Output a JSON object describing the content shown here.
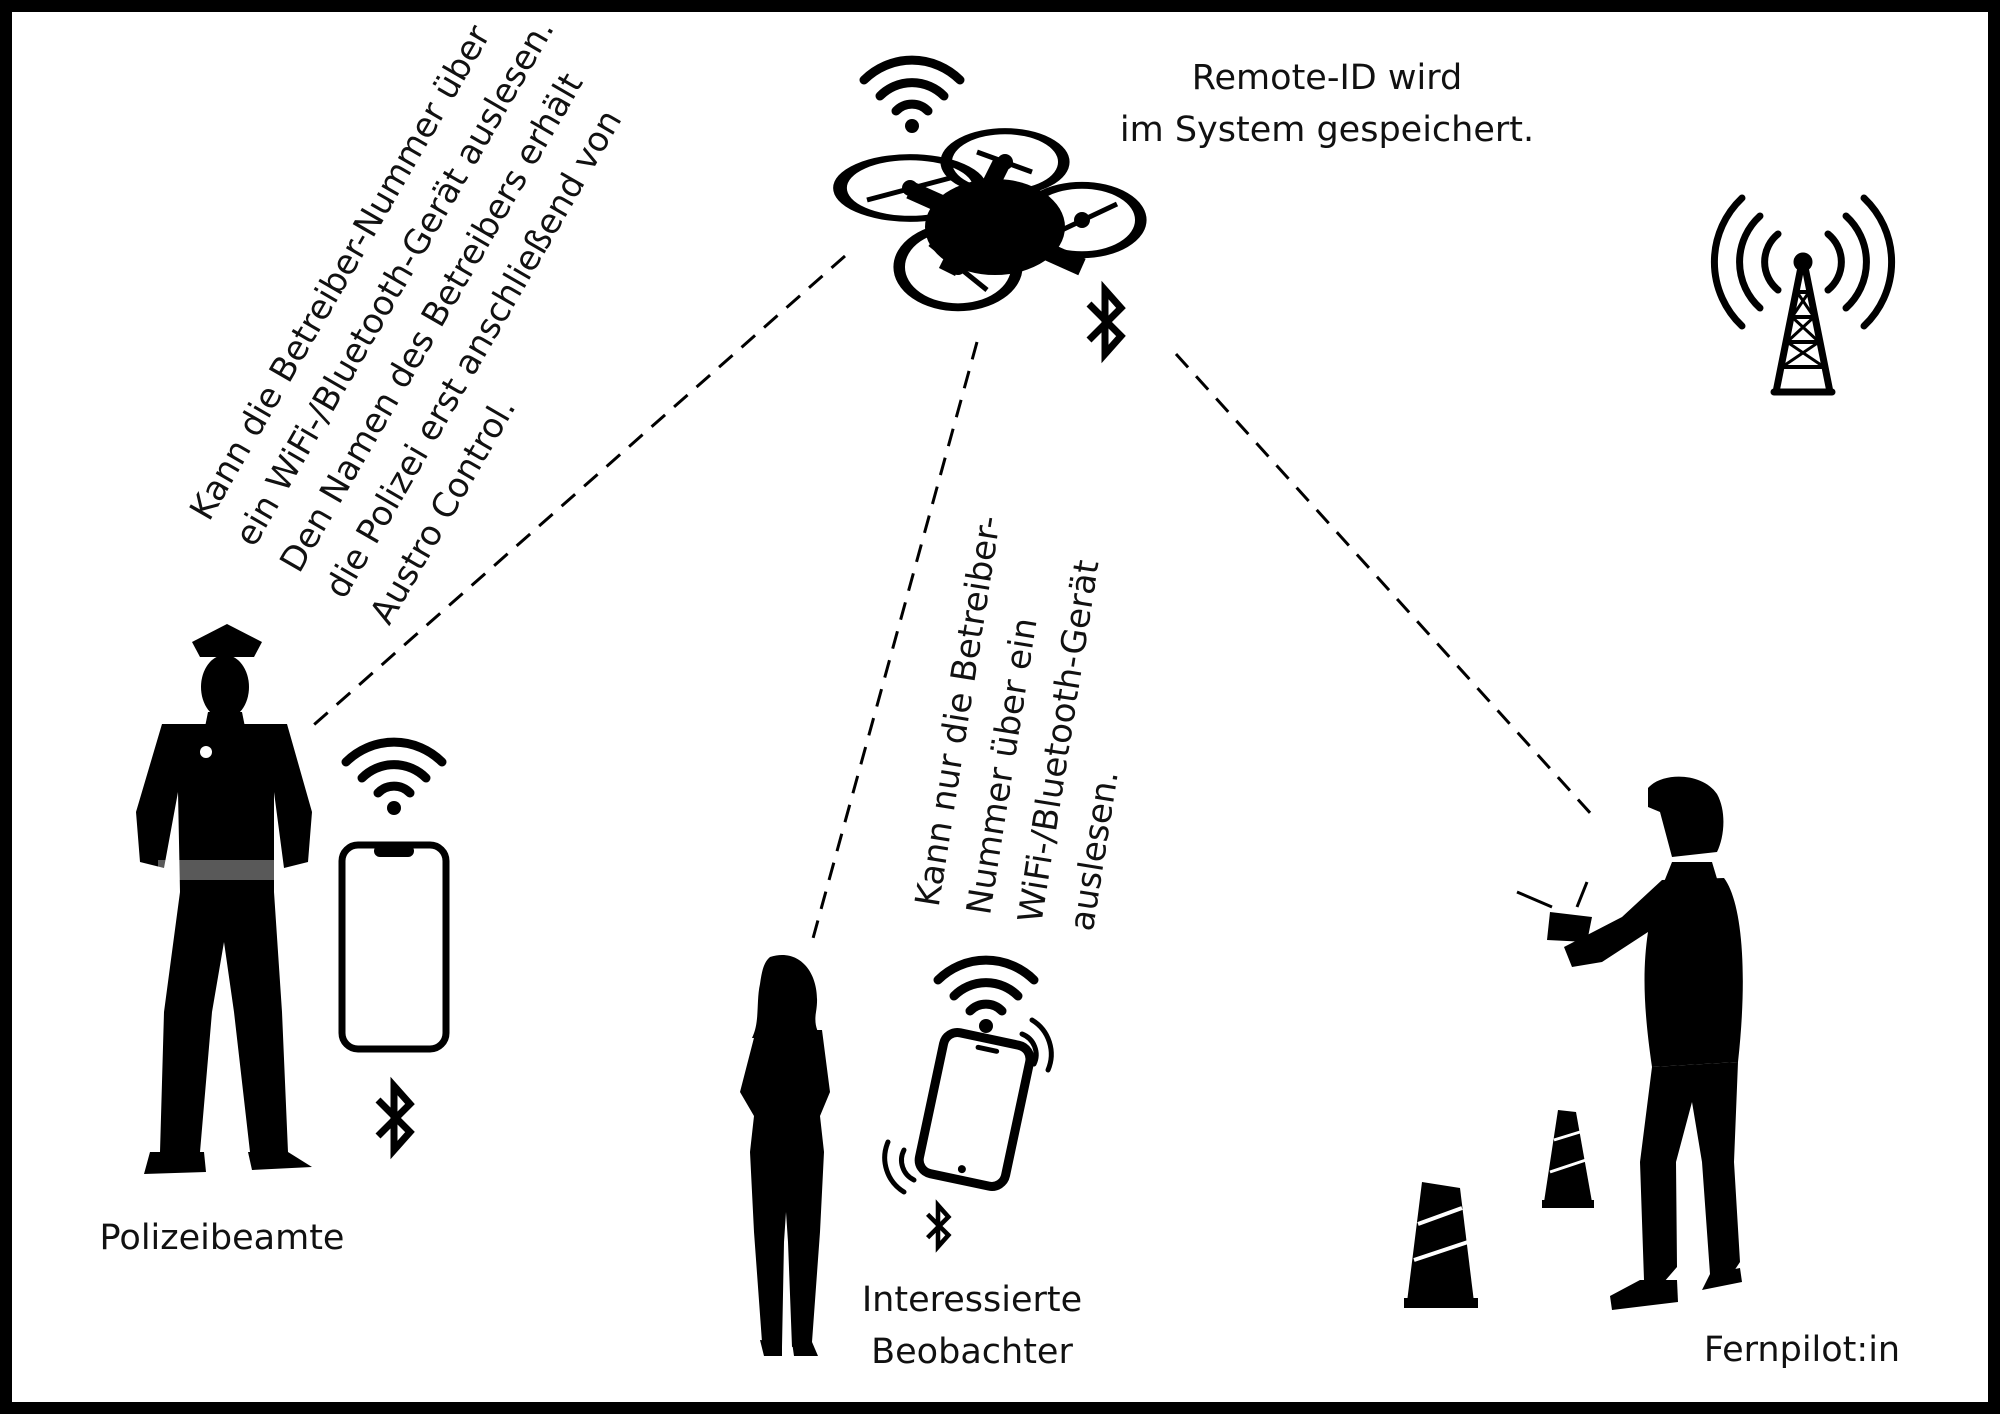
{
  "labels": {
    "drone_note_line1": "Remote-ID wird",
    "drone_note_line2": "im System gespeichert.",
    "police": "Polizeibeamte",
    "observer_line1": "Interessierte",
    "observer_line2": "Beobachter",
    "pilot": "Fernpilot:in"
  },
  "police_note": [
    "Kann die Betreiber-Nummer über",
    "ein WiFi-/Bluetooth-Gerät auslesen.",
    "Den Namen des Betreibers erhält",
    "die Polizei erst anschließend von",
    "Austro Control."
  ],
  "observer_note": [
    "Kann nur die Betreiber-",
    "Nummer über ein",
    "WiFi-/Bluetooth-Gerät",
    "auslesen."
  ],
  "icons": [
    "wifi-icon",
    "bluetooth-icon",
    "drone-icon",
    "radio-tower-icon",
    "smartphone-icon",
    "traffic-cone-icon"
  ],
  "colors": {
    "ink": "#000000",
    "background": "#ffffff"
  }
}
